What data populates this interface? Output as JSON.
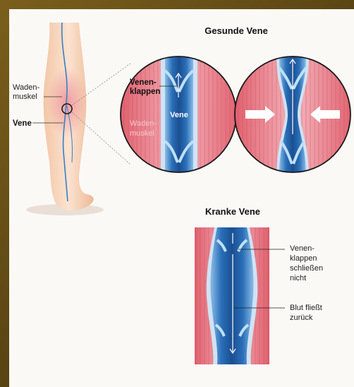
{
  "titles": {
    "healthy": "Gesunde Vene",
    "diseased": "Kranke Vene"
  },
  "leg_labels": {
    "calf_muscle_line1": "Waden-",
    "calf_muscle_line2": "muskel",
    "vein": "Vene"
  },
  "detail_labels": {
    "valves_line1": "Venen-",
    "valves_line2": "klappen",
    "vein": "Vene",
    "muscle_line1": "Waden-",
    "muscle_line2": "muskel"
  },
  "diseased_labels": {
    "valves_line1": "Venen-",
    "valves_line2": "klappen",
    "valves_line3": "schließen",
    "valves_line4": "nicht",
    "flow_line1": "Blut fließt",
    "flow_line2": "zurück"
  },
  "colors": {
    "muscle": "#e4727e",
    "muscle_light": "#f2b3ba",
    "vein_dark": "#1f5fa6",
    "vein_light": "#9cc7ea",
    "skin": "#f6cfb2",
    "frame": "#5a4614"
  }
}
